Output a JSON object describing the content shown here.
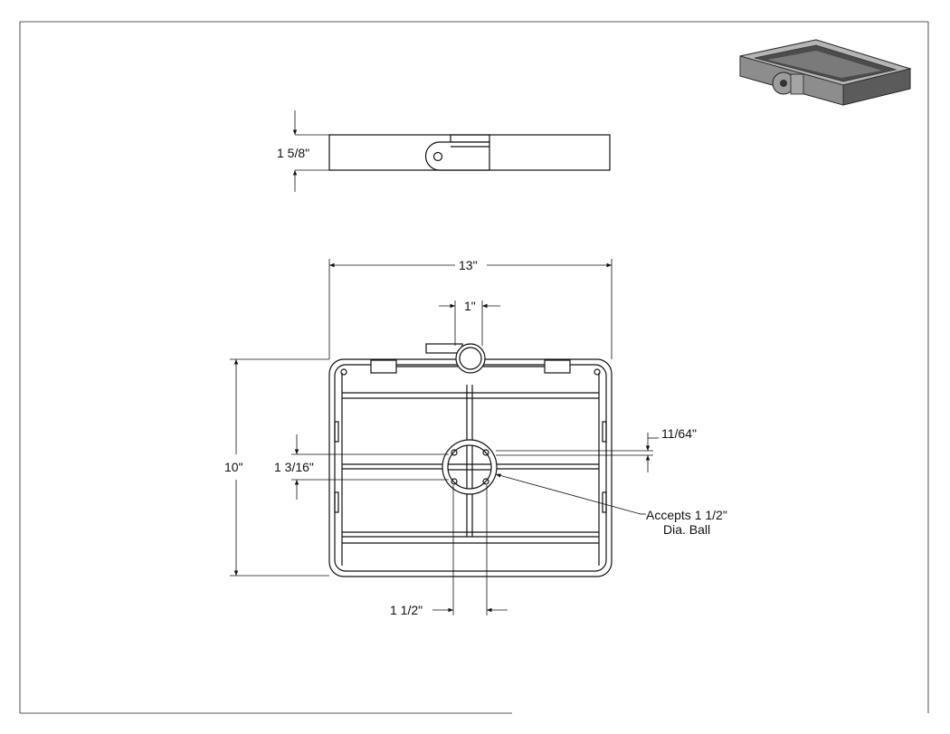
{
  "drawing": {
    "dimensions": {
      "height_side": "1 5/8\"",
      "width_overall": "13\"",
      "hinge_width": "1\"",
      "depth_overall": "10\"",
      "ball_socket_offset": "1 3/16\"",
      "rib_thickness": "11/64\"",
      "socket_width": "1 1/2\""
    },
    "callout": {
      "line1": "Accepts 1 1/2\"",
      "line2": "Dia. Ball"
    },
    "iso_view": {
      "name": "isometric-tray-render",
      "fill": "#8a8a8a"
    },
    "line_color": "#111111"
  }
}
